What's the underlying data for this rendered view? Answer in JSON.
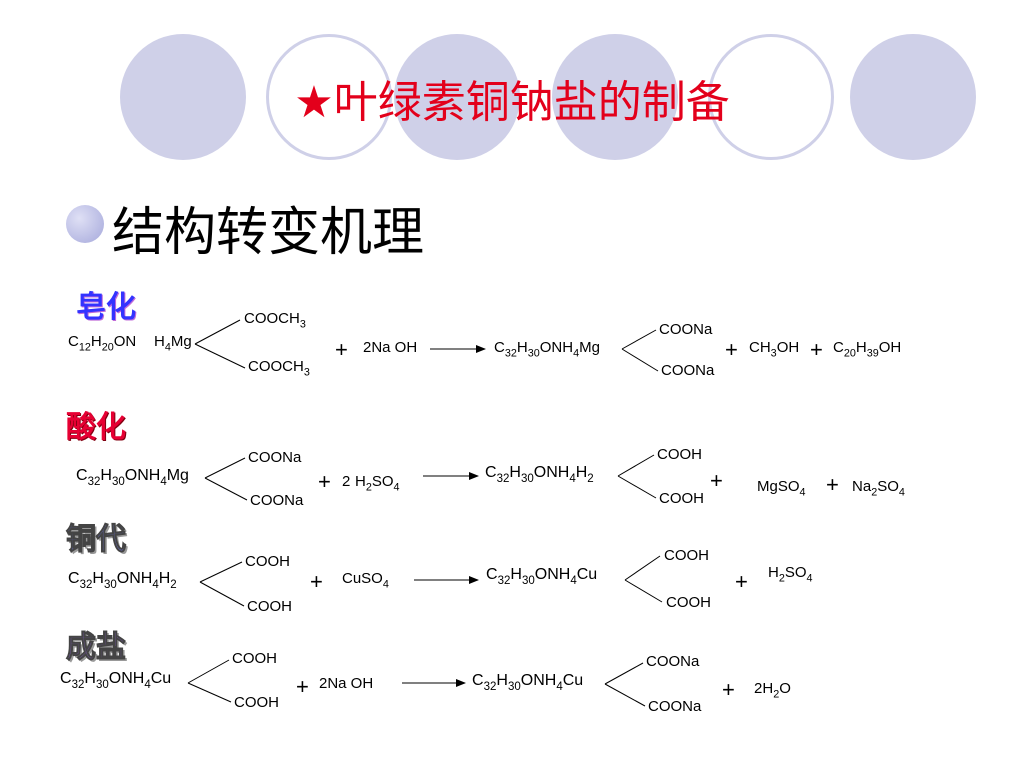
{
  "slide": {
    "title": "★叶绿素铜钠盐的制备",
    "subtitle": "结构转变机理"
  },
  "steps": [
    {
      "name": "皂化",
      "tokens": [
        {
          "text": "C<sub>12</sub>H<sub>20</sub>ON"
        },
        {
          "text": "H<sub>4</sub>Mg"
        },
        {
          "text": "COOCH<sub>3</sub>"
        },
        {
          "text": "COOCH<sub>3</sub>"
        },
        {
          "text": "+"
        },
        {
          "text": "2Na OH"
        },
        {
          "text": "C<sub>32</sub>H<sub>30</sub>ONH<sub>4</sub>Mg"
        },
        {
          "text": "COONa"
        },
        {
          "text": "COONa"
        },
        {
          "text": "+"
        },
        {
          "text": "CH<sub>3</sub>OH"
        },
        {
          "text": "+"
        },
        {
          "text": "C<sub>20</sub>H<sub>39</sub>OH"
        }
      ]
    },
    {
      "name": "酸化",
      "tokens": [
        {
          "text": "C<sub>32</sub>H<sub>30</sub>ONH<sub>4</sub>Mg"
        },
        {
          "text": "COONa"
        },
        {
          "text": "COONa"
        },
        {
          "text": "+"
        },
        {
          "text": "2"
        },
        {
          "text": "H<sub>2</sub>SO<sub>4</sub>"
        },
        {
          "text": "C<sub>32</sub>H<sub>30</sub>ONH<sub>4</sub>H<sub>2</sub>"
        },
        {
          "text": "COOH"
        },
        {
          "text": "COOH"
        },
        {
          "text": "+"
        },
        {
          "text": "MgSO<sub>4</sub>"
        },
        {
          "text": "+"
        },
        {
          "text": "Na<sub>2</sub>SO<sub>4</sub>"
        }
      ]
    },
    {
      "name": "铜代",
      "tokens": [
        {
          "text": "C<sub>32</sub>H<sub>30</sub>ONH<sub>4</sub>H<sub>2</sub>"
        },
        {
          "text": "COOH"
        },
        {
          "text": "COOH"
        },
        {
          "text": "+"
        },
        {
          "text": "CuSO<sub>4</sub>"
        },
        {
          "text": "C<sub>32</sub>H<sub>30</sub>ONH<sub>4</sub>Cu"
        },
        {
          "text": "COOH"
        },
        {
          "text": "COOH"
        },
        {
          "text": "+"
        },
        {
          "text": "H<sub>2</sub>SO<sub>4</sub>"
        }
      ]
    },
    {
      "name": "成盐",
      "tokens": [
        {
          "text": "C<sub>32</sub>H<sub>30</sub>ONH<sub>4</sub>Cu"
        },
        {
          "text": "COOH"
        },
        {
          "text": "COOH"
        },
        {
          "text": "+"
        },
        {
          "text": "2Na OH"
        },
        {
          "text": "C<sub>32</sub>H<sub>30</sub>ONH<sub>4</sub>Cu"
        },
        {
          "text": "COONa"
        },
        {
          "text": "COONa"
        },
        {
          "text": "+"
        },
        {
          "text": "2H<sub>2</sub>O"
        }
      ]
    }
  ]
}
